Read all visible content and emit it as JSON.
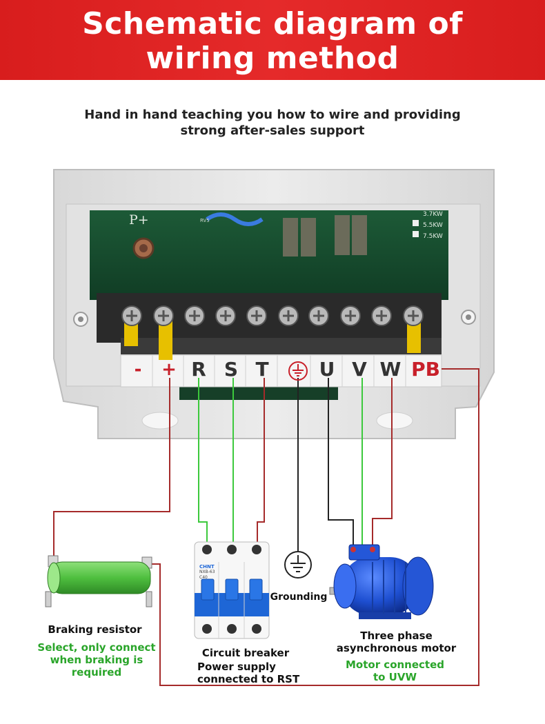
{
  "header": {
    "title_line1": "Schematic diagram of",
    "title_line2": "wiring method",
    "subtitle_line1": "Hand in hand teaching you how to wire and providing",
    "subtitle_line2": "strong after-sales support"
  },
  "board": {
    "p_plus": "P+",
    "rv5": "RV5",
    "power_options": [
      "3.7KW",
      "5.5KW",
      "7.5KW"
    ],
    "terminals": [
      "-",
      "+",
      "R",
      "S",
      "T",
      "U",
      "V",
      "W",
      "PB"
    ]
  },
  "breaker": {
    "brand": "CHNT",
    "model": "NXB-63",
    "rating": "C40"
  },
  "labels": {
    "resistor_title": "Braking resistor",
    "resistor_note_1": "Select, only connect",
    "resistor_note_2": "when braking is",
    "resistor_note_3": "required",
    "breaker_title": "Circuit breaker",
    "breaker_note_1": "Power supply",
    "breaker_note_2": "connected to RST",
    "grounding": "Grounding",
    "motor_title_1": "Three phase",
    "motor_title_2": "asynchronous motor",
    "motor_note_1": "Motor connected",
    "motor_note_2": "to UVW"
  },
  "colors": {
    "banner_red": "#e02424",
    "wire_red": "#a52a2a",
    "wire_green": "#3cc93c",
    "wire_black": "#222222",
    "note_green": "#2aa52a",
    "terminal_red": "#c8202a",
    "motor_blue": "#1e4fd1"
  }
}
